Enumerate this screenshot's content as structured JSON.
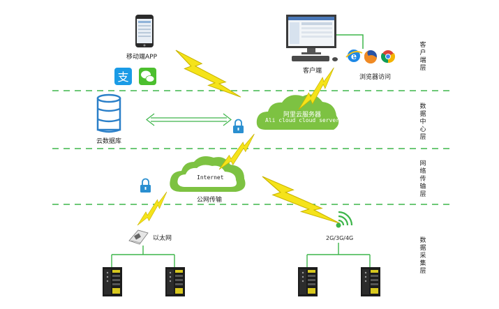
{
  "layers": [
    {
      "name": "客户端层"
    },
    {
      "name": "数据中心层"
    },
    {
      "name": "网络传输层"
    },
    {
      "name": "数据采集层"
    }
  ],
  "nodes": {
    "mobile_app": "移动端APP",
    "client": "客户端",
    "browser_access": "浏览器访问",
    "cloud_db": "云数据库",
    "ali_cloud_cn": "阿里云服务器",
    "ali_cloud_en": "Ali cloud  cloud server",
    "internet": "Internet",
    "public_net": "公网传输",
    "ethernet": "以太网",
    "cellular": "2G/3G/4G"
  },
  "icons": [
    "mobile-phone-icon",
    "alipay-icon",
    "wechat-icon",
    "desktop-computer-icon",
    "ie-browser-icon",
    "firefox-browser-icon",
    "chrome-browser-icon",
    "database-icon",
    "lock-icon",
    "wifi-signal-icon",
    "ethernet-module-icon",
    "lightning-link-icon",
    "double-arrow-icon",
    "collector-device-icon"
  ],
  "colors": {
    "divider": "#3db54a",
    "cloud_fill": "#7dc242",
    "lightning": "#f5e31a",
    "lock": "#2a8fd0",
    "database": "#2a7fc8"
  }
}
